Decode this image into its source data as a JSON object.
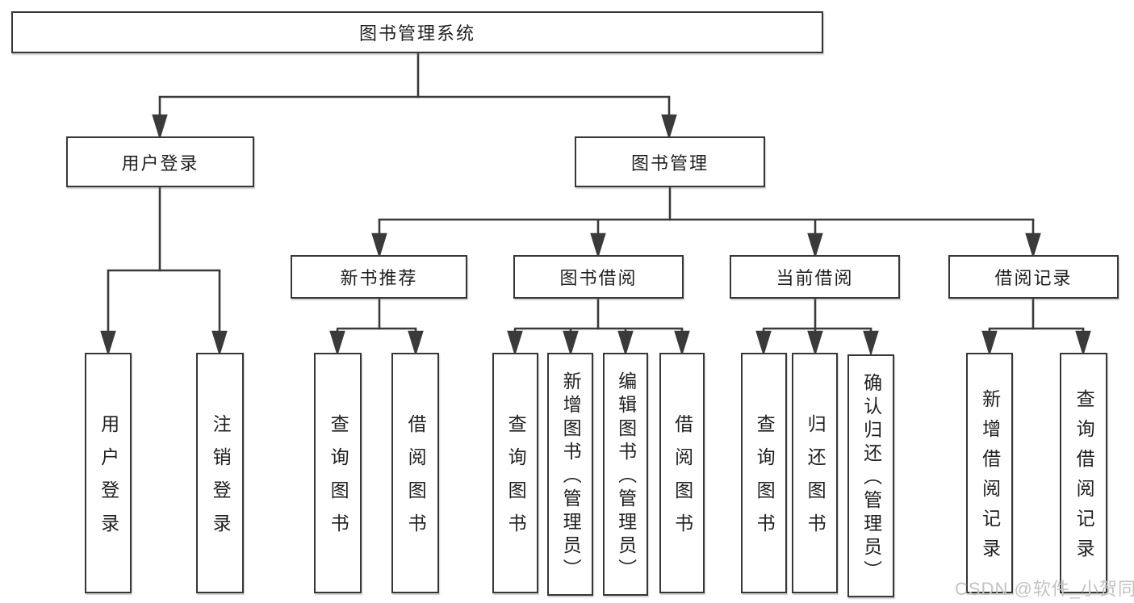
{
  "tree": {
    "root": "图书管理系统",
    "branches": [
      {
        "label": "用户登录",
        "children": [
          "用户登录",
          "注销登录"
        ]
      },
      {
        "label": "图书管理",
        "children": [
          {
            "label": "新书推荐",
            "children": [
              "查询图书",
              "借阅图书"
            ]
          },
          {
            "label": "图书借阅",
            "children": [
              "查询图书",
              "新增图书（管理员）",
              "编辑图书（管理员）",
              "借阅图书"
            ]
          },
          {
            "label": "当前借阅",
            "children": [
              "查询图书",
              "归还图书",
              "确认归还（管理员）"
            ]
          },
          {
            "label": "借阅记录",
            "children": [
              "新增借阅记录",
              "查询借阅记录"
            ]
          }
        ]
      }
    ]
  },
  "watermark": "CSDN @软件_小贺同学",
  "colors": {
    "line": "#3a3a3a",
    "box_border": "#373737",
    "text": "#1f1f1f",
    "watermark": "#c3c3c3",
    "background": "#ffffff"
  }
}
